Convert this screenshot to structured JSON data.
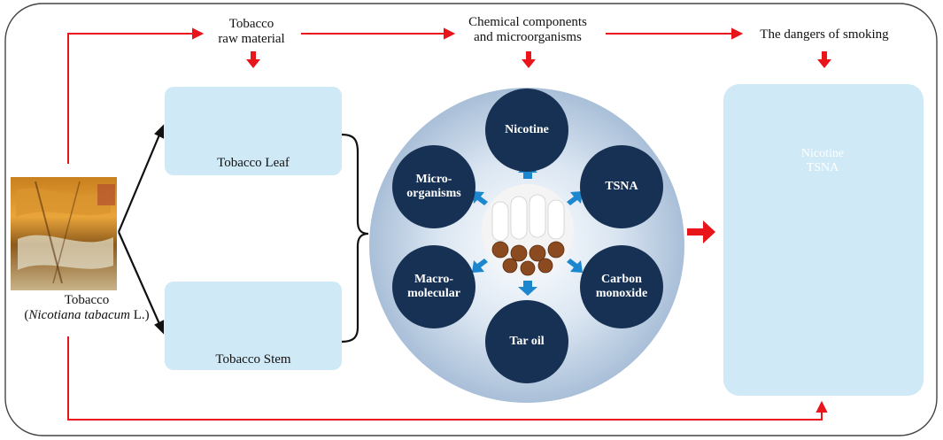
{
  "headers": {
    "raw_material_line1": "Tobacco",
    "raw_material_line2": "raw material",
    "chemical_line1": "Chemical components",
    "chemical_line2": "and microorganisms",
    "dangers": "The dangers of smoking"
  },
  "tobacco_plant": {
    "label_line1": "Tobacco",
    "label_open": "(",
    "label_species": "Nicotiana tabacum",
    "label_close": " L.)"
  },
  "leaf_box": {
    "label": "Tobacco Leaf"
  },
  "stem_box": {
    "label": "Tobacco Stem"
  },
  "components": [
    {
      "line1": "Nicotine",
      "line2": ""
    },
    {
      "line1": "TSNA",
      "line2": ""
    },
    {
      "line1": "Carbon",
      "line2": "monoxide"
    },
    {
      "line1": "Tar oil",
      "line2": ""
    },
    {
      "line1": "Macro-",
      "line2": "molecular"
    },
    {
      "line1": "Micro-",
      "line2": "organisms"
    }
  ],
  "dangers_panel": {
    "burst_line1": "Nicotine",
    "burst_line2": "TSNA"
  },
  "colors": {
    "flow_arrow": "#e8151b",
    "panel_blue": "#cfe9f6",
    "circle_navy": "#163153",
    "spoke_blue": "#1c86cf",
    "burst_red": "#e8151b"
  }
}
